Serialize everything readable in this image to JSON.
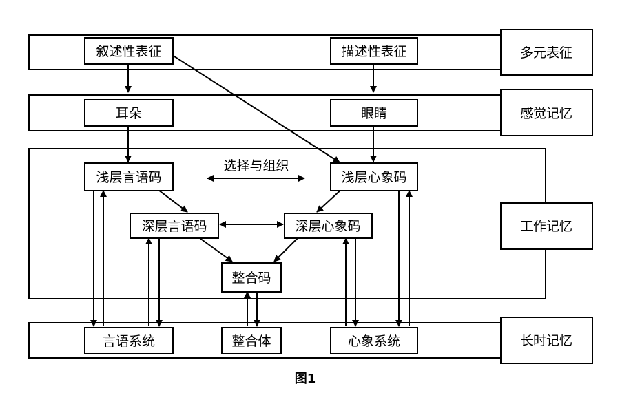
{
  "layers": {
    "multi_representation": "多元表征",
    "sensory_memory": "感觉记忆",
    "working_memory": "工作记忆",
    "long_term_memory": "长时记忆"
  },
  "nodes": {
    "narrative_representation": "叙述性表征",
    "descriptive_representation": "描述性表征",
    "ear": "耳朵",
    "eye": "眼睛",
    "shallow_verbal_code": "浅层言语码",
    "shallow_image_code": "浅层心象码",
    "deep_verbal_code": "深层言语码",
    "deep_image_code": "深层心象码",
    "integration_code": "整合码",
    "verbal_system": "言语系统",
    "integration_body": "整合体",
    "image_system": "心象系统"
  },
  "labels": {
    "select_and_organize": "选择与组织"
  },
  "caption": "图1"
}
